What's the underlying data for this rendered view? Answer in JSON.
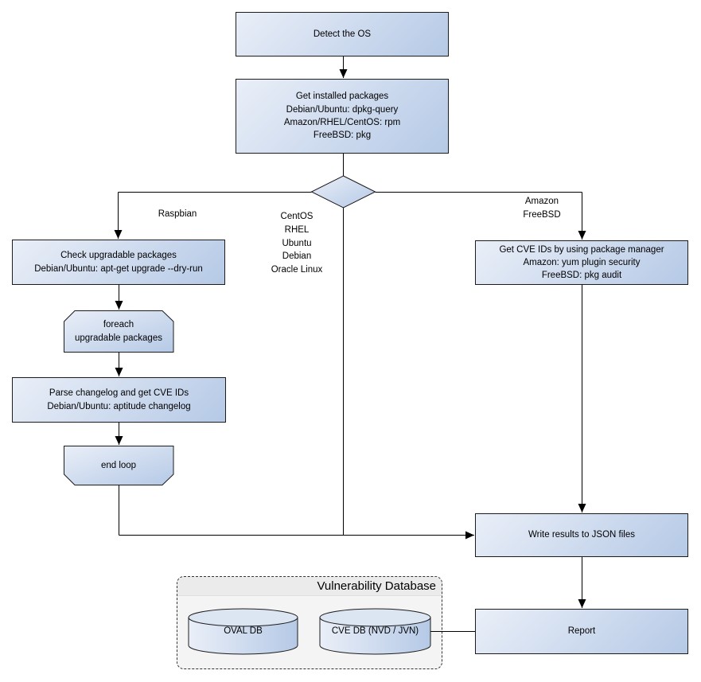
{
  "colors": {
    "canvas-bg": "#ffffff",
    "box-grad-start": "#eaeff8",
    "box-grad-end": "#b5c9e6",
    "box-border": "#1c1c1c",
    "line": "#000000",
    "cyl-top": "#dce5f2",
    "container-bg": "#f4f4f4",
    "container-band": "#ebebeb",
    "container-border": "#333333",
    "text": "#000000"
  },
  "nodes": {
    "detect_os": "Detect the OS",
    "get_packages": "Get installed packages\nDebian/Ubuntu: dpkg-query\nAmazon/RHEL/CentOS: rpm\nFreeBSD: pkg",
    "check_upgradable": "Check upgradable packages\nDebian/Ubuntu: apt-get upgrade --dry-run",
    "foreach": "foreach\nupgradable packages",
    "parse_changelog": "Parse changelog and get CVE IDs\nDebian/Ubuntu: aptitude changelog",
    "end_loop": "end loop",
    "get_cve_ids": "Get CVE IDs by using package manager\nAmazon: yum plugin security\nFreeBSD: pkg audit",
    "write_json": "Write results to JSON files",
    "report": "Report"
  },
  "edge_labels": {
    "raspbian": "Raspbian",
    "os_list": "CentOS\nRHEL\nUbuntu\nDebian\nOracle Linux",
    "amazon_freebsd": "Amazon\nFreeBSD"
  },
  "database": {
    "title": "Vulnerability Database",
    "oval_db": "OVAL DB",
    "cve_db": "CVE DB (NVD / JVN)"
  }
}
